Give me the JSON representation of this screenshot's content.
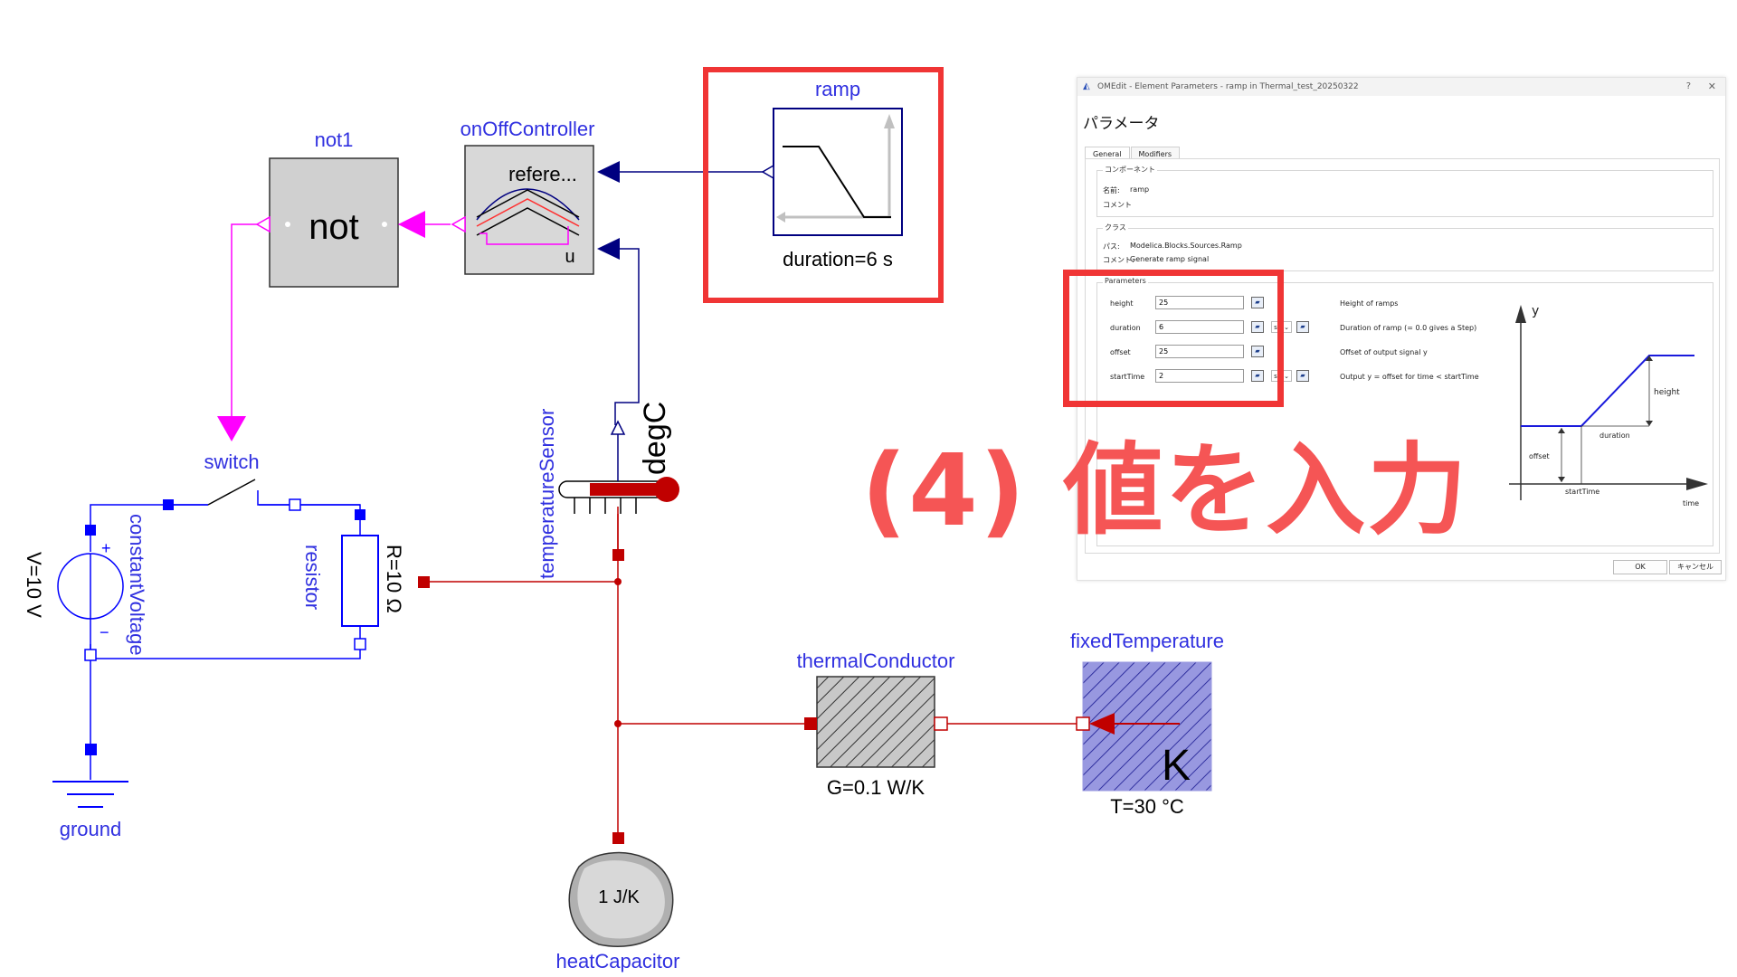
{
  "diagram": {
    "components": {
      "not1": {
        "name": "not1",
        "text": "not"
      },
      "onOffController": {
        "name": "onOffController",
        "text": "refere...",
        "port_u": "u"
      },
      "ramp": {
        "name": "ramp",
        "param": "duration=6 s"
      },
      "switch": {
        "name": "switch"
      },
      "constantVoltage": {
        "name": "constantVoltage",
        "param": "V=10 V",
        "plus": "+",
        "minus": "−"
      },
      "resistor": {
        "name": "resistor",
        "param": "R=10 Ω"
      },
      "temperatureSensor": {
        "name": "temperatureSensor",
        "unit": "degC"
      },
      "ground": {
        "name": "ground"
      },
      "thermalConductor": {
        "name": "thermalConductor",
        "param": "G=0.1 W/K"
      },
      "fixedTemperature": {
        "name": "fixedTemperature",
        "param": "T=30 °C",
        "unit": "K"
      },
      "heatCapacitor": {
        "name": "heatCapacitor",
        "text": "1 J/K"
      }
    },
    "colors": {
      "signal_blue": "#000080",
      "label_blue": "#3030e0",
      "boolean_magenta": "#ff00ff",
      "electric_blue": "#0000ff",
      "thermal_red": "#c00000",
      "highlight_red": "#f03535"
    }
  },
  "dialog": {
    "title": "OMEdit - Element Parameters - ramp in Thermal_test_20250322",
    "help": "?",
    "close": "✕",
    "heading": "パラメータ",
    "tabs": [
      "General",
      "Modifiers"
    ],
    "component_group": {
      "title": "コンポーネント",
      "name_label": "名前:",
      "name_value": "ramp",
      "comment_label": "コメント"
    },
    "class_group": {
      "title": "クラス",
      "path_label": "パス:",
      "path_value": "Modelica.Blocks.Sources.Ramp",
      "comment_label": "コメント:",
      "comment_value": "Generate ramp signal"
    },
    "parameters_group": {
      "title": "Parameters",
      "rows": [
        {
          "label": "height",
          "value": "25",
          "unit": "",
          "description": "Height of ramps"
        },
        {
          "label": "duration",
          "value": "6",
          "unit": "s",
          "description": "Duration of ramp (= 0.0 gives a Step)"
        },
        {
          "label": "offset",
          "value": "25",
          "unit": "",
          "description": "Offset of output signal y"
        },
        {
          "label": "startTime",
          "value": "2",
          "unit": "s",
          "description": "Output y = offset for time < startTime"
        }
      ]
    },
    "ramp_illustration": {
      "y_label": "y",
      "height_label": "height",
      "duration_label": "duration",
      "offset_label": "offset",
      "starttime_label": "startTime",
      "time_label": "time"
    },
    "buttons": {
      "ok": "OK",
      "cancel": "キャンセル"
    }
  },
  "annotation": {
    "text": "(4) 値を入力"
  }
}
